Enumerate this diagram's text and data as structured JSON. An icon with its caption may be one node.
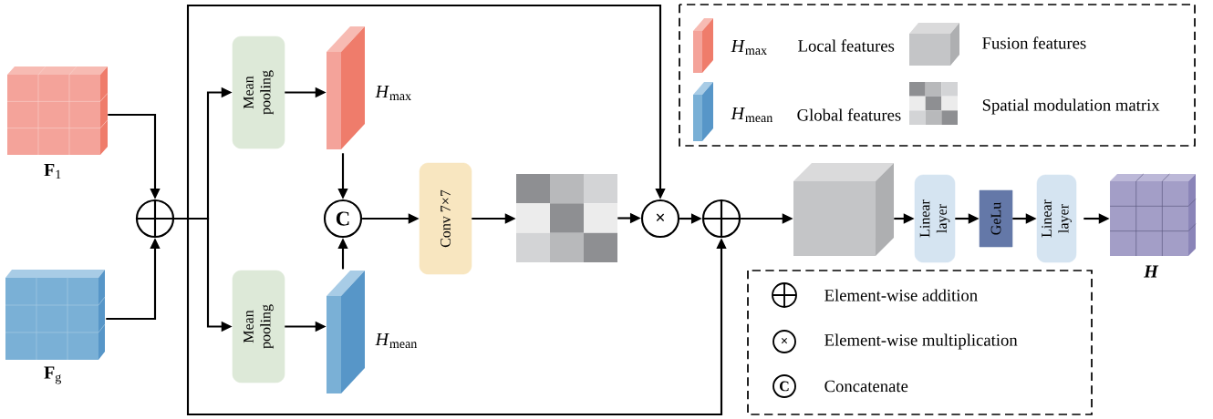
{
  "diagram": {
    "nodes": [
      {
        "text": [],
        "shape": "box",
        "beside": [
          "**F**$_{1}$"
        ]
      },
      {
        "text": [],
        "shape": "box",
        "beside": [
          "**F**$_{g}$"
        ]
      },
      {
        "text": [],
        "shape": "circle"
      },
      {
        "text": [
          "Mean pooling"
        ]
      },
      {
        "text": [
          "Mean pooling"
        ]
      },
      {
        "text": [],
        "shape": "box",
        "beside": [
          "*H*$_{max}$"
        ]
      },
      {
        "text": [],
        "shape": "box",
        "beside": [
          "*H*$_{mean}$"
        ]
      },
      {
        "text": [
          "C"
        ]
      },
      {
        "text": [
          "Conv 7×7"
        ]
      },
      {
        "text": [],
        "shape": "box"
      },
      {
        "text": [
          "×"
        ]
      },
      {
        "text": [],
        "shape": "circle"
      },
      {
        "text": [],
        "shape": "box"
      },
      {
        "text": [
          "Linear layer"
        ]
      },
      {
        "text": [
          "GeLu"
        ]
      },
      {
        "text": [
          "Linear layer"
        ]
      },
      {
        "text": [],
        "shape": "box",
        "beside": [
          "H"
        ]
      }
    ],
    "edges": [
      {
        "from": 0,
        "to": 2,
        "arrow": "to"
      },
      {
        "from": 1,
        "to": 2,
        "arrow": "to"
      },
      {
        "from": 2,
        "to": 3,
        "arrow": "to"
      },
      {
        "from": 2,
        "to": 4,
        "arrow": "to"
      },
      {
        "from": 2,
        "to": 10,
        "arrow": "to"
      },
      {
        "from": 2,
        "to": 11,
        "arrow": "to"
      },
      {
        "from": 3,
        "to": 5,
        "arrow": "to"
      },
      {
        "from": 4,
        "to": 6,
        "arrow": "to"
      },
      {
        "from": 5,
        "to": 7,
        "arrow": "to"
      },
      {
        "from": 6,
        "to": 7,
        "arrow": "to"
      },
      {
        "from": 7,
        "to": 8,
        "arrow": "to"
      },
      {
        "from": 8,
        "to": 9,
        "arrow": "to"
      },
      {
        "from": 9,
        "to": 10,
        "arrow": "to"
      },
      {
        "from": 10,
        "to": 11,
        "arrow": "to"
      },
      {
        "from": 11,
        "to": 12,
        "arrow": "to"
      },
      {
        "from": 12,
        "to": 13,
        "arrow": "to"
      },
      {
        "from": 13,
        "to": 14,
        "arrow": "to"
      },
      {
        "from": 14,
        "to": 15,
        "arrow": "to"
      },
      {
        "from": 15,
        "to": 16,
        "arrow": "to"
      }
    ],
    "labels": [
      "*H*$_{max}$",
      "*H*$_{mean}$",
      "×",
      "C"
    ],
    "legend": [
      {
        "text": "Local features"
      },
      {
        "text": "Global features"
      },
      {
        "text": "Fusion features"
      },
      {
        "text": "Spatial modulation matrix"
      },
      {
        "text": "Element-wise addition"
      },
      {
        "text": "Element-wise multiplication"
      },
      {
        "text": "Concatenate"
      }
    ]
  }
}
